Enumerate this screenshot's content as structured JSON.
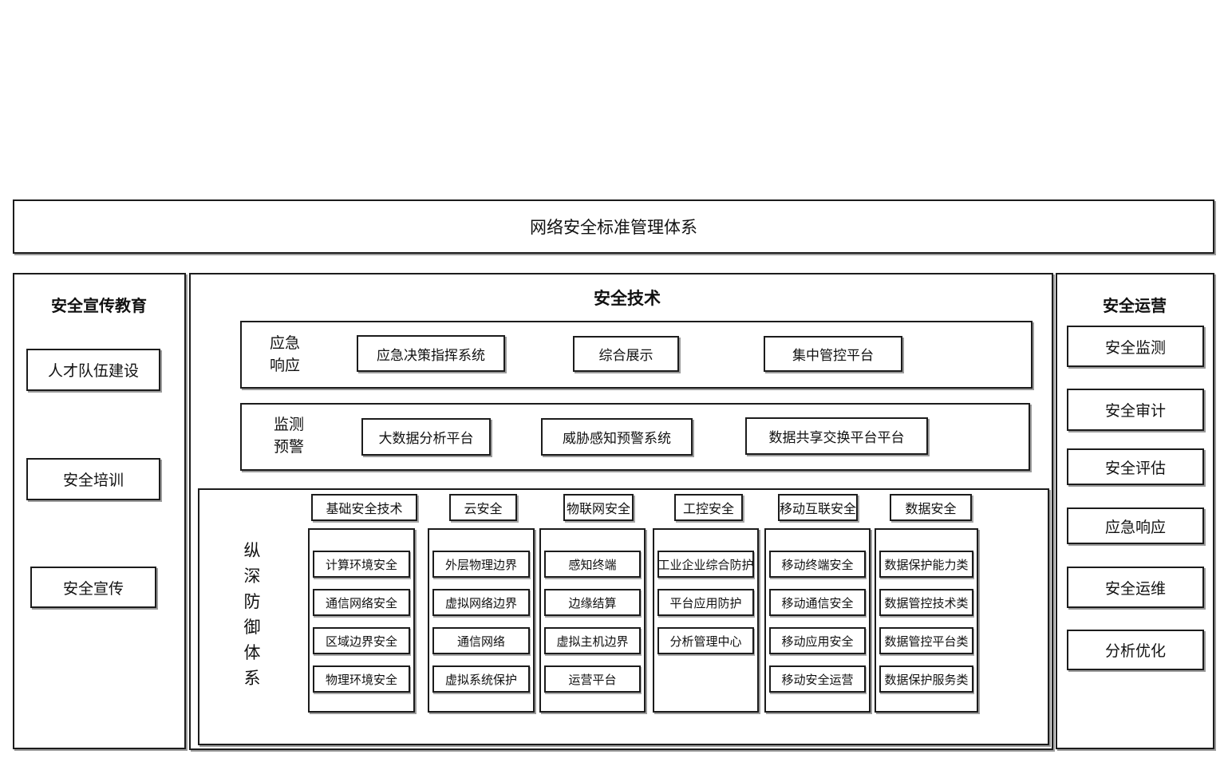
{
  "title": "网络安全标准管理体系",
  "left_panel": {
    "title": "安全宣传教育",
    "items": [
      {
        "label": "人才队伍建设"
      },
      {
        "label": "安全培训"
      },
      {
        "label": "安全宣传"
      }
    ]
  },
  "tech_panel": {
    "title": "安全技术",
    "rows": [
      {
        "label": "应急响应",
        "boxes": [
          "应急决策指挥系统",
          "综合展示",
          "集中管控平台"
        ]
      },
      {
        "label": "监测预警",
        "boxes": [
          "大数据分析平台",
          "威胁感知预警系统",
          "数据共享交换平台平台"
        ]
      }
    ],
    "defense": {
      "label": "纵深防御体系",
      "columns": [
        {
          "header": "基础安全技术",
          "items": [
            "计算环境安全",
            "通信网络安全",
            "区域边界安全",
            "物理环境安全"
          ]
        },
        {
          "header": "云安全",
          "items": [
            "外层物理边界",
            "虚拟网络边界",
            "通信网络",
            "虚拟系统保护"
          ]
        },
        {
          "header": "物联网安全",
          "items": [
            "感知终端",
            "边缘结算",
            "虚拟主机边界",
            "运营平台"
          ]
        },
        {
          "header": "工控安全",
          "items": [
            "工业企业综合防护",
            "平台应用防护",
            "分析管理中心"
          ]
        },
        {
          "header": "移动互联安全",
          "items": [
            "移动终端安全",
            "移动通信安全",
            "移动应用安全",
            "移动安全运营"
          ]
        },
        {
          "header": "数据安全",
          "items": [
            "数据保护能力类",
            "数据管控技术类",
            "数据管控平台类",
            "数据保护服务类"
          ]
        }
      ]
    }
  },
  "right_panel": {
    "title": "安全运营",
    "items": [
      {
        "label": "安全监测"
      },
      {
        "label": "安全审计"
      },
      {
        "label": "安全评估"
      },
      {
        "label": "应急响应"
      },
      {
        "label": "安全运维"
      },
      {
        "label": "分析优化"
      }
    ]
  },
  "colors": {
    "border": "#1c1c1c",
    "background": "#ffffff",
    "shadow": "#9b9b9b"
  }
}
